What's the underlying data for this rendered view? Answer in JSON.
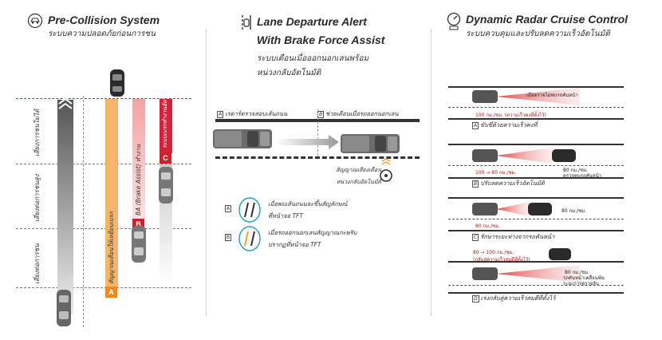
{
  "pcs": {
    "title": "Pre-Collision System",
    "subtitle": "ระบบความปลอดภัยก่อนการชน",
    "icon": "car-collision-icon",
    "zone_labels": [
      "เสี่ยงการชนไม่ได้",
      "เสี่ยงต่อการชนสูง",
      "เสี่ยงต่อการชน"
    ],
    "bar_a_label": "สัญญาณเตือนให้เหยียบเบรก",
    "bar_b_label": "BA (Brake Assist) ทำงาน",
    "bar_c_label": "ระบบเบรกทำงานอัตโนมัติ",
    "badges": [
      "A",
      "B",
      "C"
    ],
    "colors": {
      "bar_a": "#f5b56d",
      "bar_b": "#f4a3a3",
      "bar_c": "#d8d8d8",
      "badge_a": "#ef8a22",
      "badge_b": "#c9242b",
      "badge_c": "#c9242b",
      "redline": "#d4213c"
    }
  },
  "lda": {
    "title_line1": "Lane Departure Alert",
    "title_line2": "With Brake Force Assist",
    "subtitle_line1": "ระบบเตือนเมื่อออกนอกเลนพร้อม",
    "subtitle_line2": "หน่วงกลับอัตโนมัติ",
    "icon": "lane-departure-icon",
    "box_a_tag": "A",
    "box_a_label": "เรดาร์ตรวจสอบเส้นถนน",
    "box_b_tag": "B",
    "box_b_label": "ช่วยเตือนเมื่อรถออกนอกเลน",
    "warning_line1": "สัญญาณเสียงเตือน",
    "warning_line2": "หน่วงกลับอัตโนมัติ",
    "legend_a_tag": "A",
    "legend_a_line1": "เมื่อพบเส้นถนนจะขึ้นสัญลักษณ์",
    "legend_a_line2": "ที่หน้าจอ TFT",
    "legend_b_tag": "B",
    "legend_b_line1": "เมื่อรถออกนอกเลนสัญญาณกะพริบ",
    "legend_b_line2": "ปรากฏที่หน้าจอ TFT"
  },
  "drcc": {
    "title": "Dynamic Radar Cruise Control",
    "subtitle": "ระบบควบคุมและปรับลดความเร็วอัตโนมัติ",
    "icon": "speedometer-icon",
    "scenes": [
      {
        "tag": "A",
        "caption": "ขับขี่ด้วยความเร็วคงที่",
        "note1": "เมื่อตรวจไม่พบรถคันหน้า",
        "speed": "100 กม./ชม. (ความเร็วคงที่ตั้งไว้)",
        "right_note": "",
        "right_note2": ""
      },
      {
        "tag": "B",
        "caption": "ปรับลดความเร็วอัตโนมัติ",
        "note1": "",
        "speed": "100 → 80 กม./ชม.",
        "right_note": "80 กม./ชม.",
        "right_note2": "ตรวจพบรถคันหน้า"
      },
      {
        "tag": "C",
        "caption": "รักษาระยะห่างจากรถคันหน้า",
        "note1": "",
        "speed": "80 กม./ชม.",
        "right_note": "80 กม./ชม.",
        "right_note2": ""
      },
      {
        "tag": "D",
        "caption": "เร่งกลับสู่ความเร็วสมดีที่ตั้งไว้",
        "note1": "",
        "speed": "80 → 100 กม./ชม.",
        "speed2": "(กลับสู่ความเร็วสมดีที่ตั้งไว้)",
        "right_note": "80 กม./ชม.",
        "right_note2": "รถคันหน้าเคลื่อนพ้น",
        "right_note3": "ระยะการตรวจจับ"
      }
    ]
  }
}
